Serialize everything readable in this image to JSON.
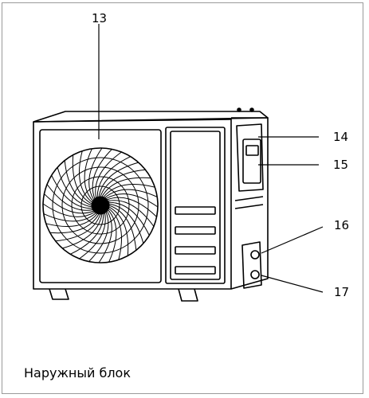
{
  "figure": {
    "callouts": [
      "13",
      "14",
      "15",
      "16",
      "17"
    ],
    "caption": "Наружный блок"
  },
  "colors": {
    "line": "#000000",
    "frame": "#9a9a9a",
    "background": "#ffffff"
  }
}
